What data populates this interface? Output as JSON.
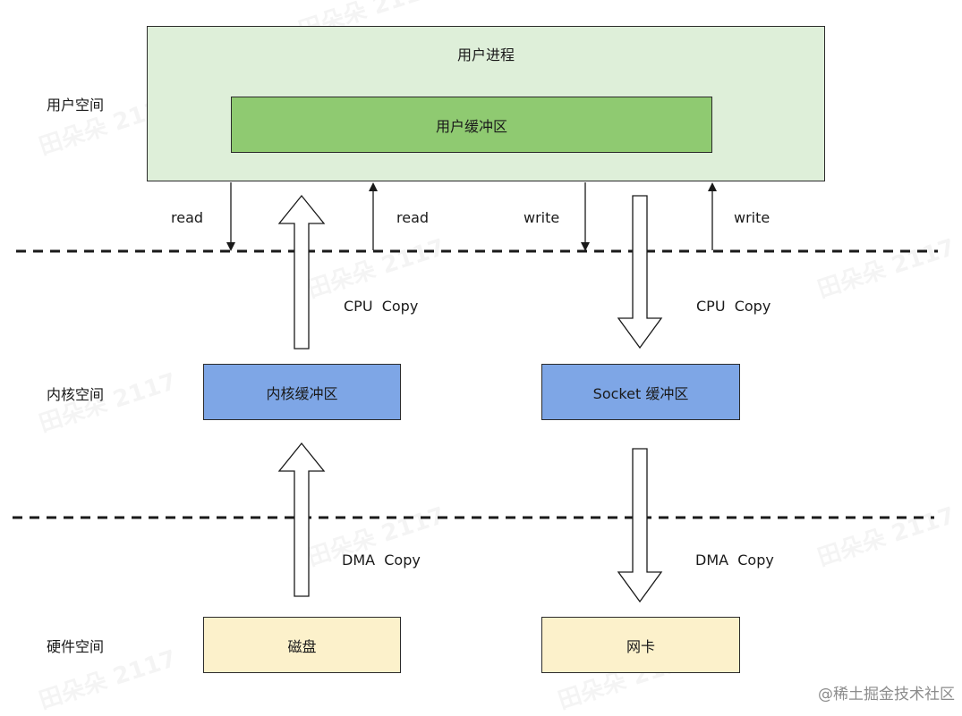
{
  "regions": {
    "user": "用户空间",
    "kernel": "内核空间",
    "hardware": "硬件空间"
  },
  "boxes": {
    "user_process": "用户进程",
    "user_buffer": "用户缓冲区",
    "kernel_buffer": "内核缓冲区",
    "socket_buffer": "Socket 缓冲区",
    "disk": "磁盘",
    "nic": "网卡"
  },
  "labels": {
    "read_left": "read",
    "read_right": "read",
    "write_left": "write",
    "write_right": "write",
    "cpu_copy_left": "CPU  Copy",
    "cpu_copy_right": "CPU  Copy",
    "dma_copy_left": "DMA  Copy",
    "dma_copy_right": "DMA  Copy"
  },
  "watermark": "田朵朵 2117",
  "footer": "@稀土掘金技术社区",
  "colors": {
    "process_fill": "#deefd9",
    "user_buffer_fill": "#8fca71",
    "kernel_fill": "#7ea6e6",
    "hardware_fill": "#fcf1cb"
  }
}
